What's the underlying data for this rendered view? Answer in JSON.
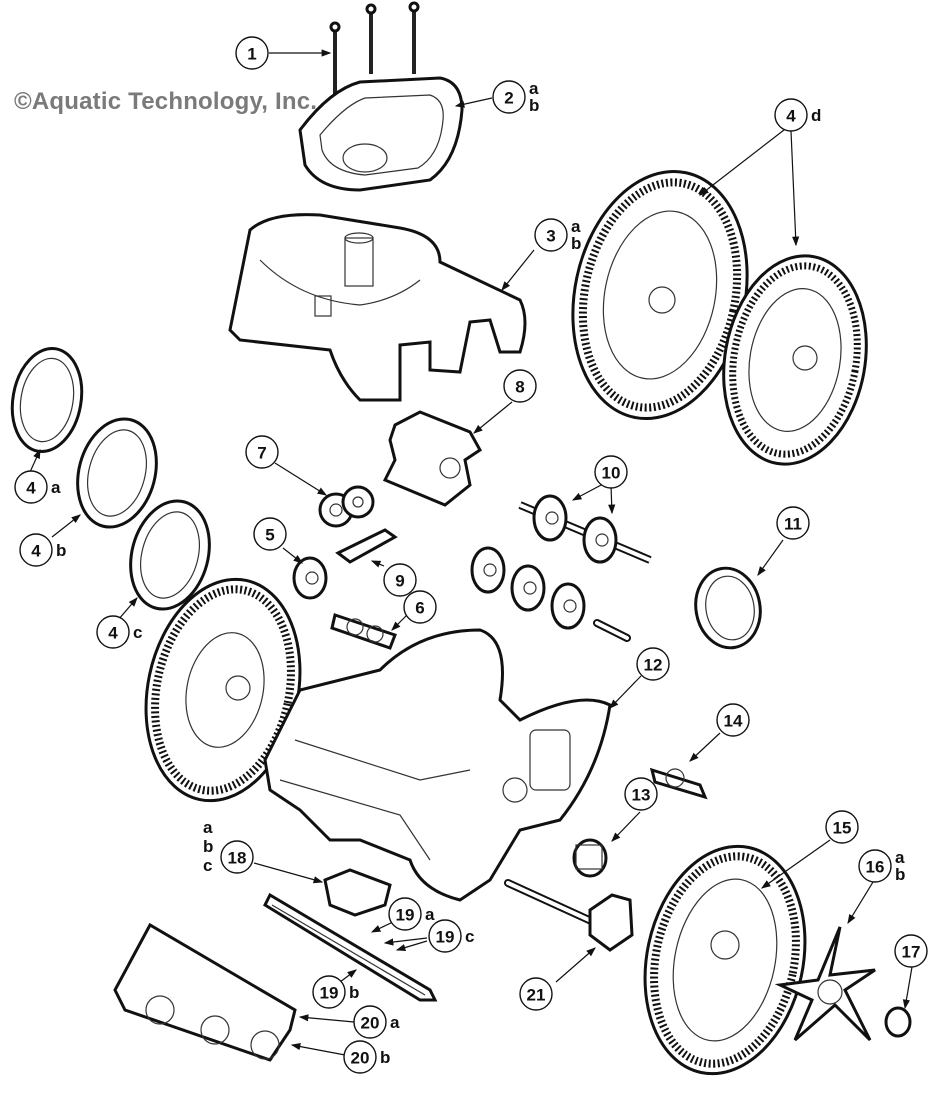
{
  "copyright": "©Aquatic Technology, Inc.",
  "accent_color": "#111111",
  "callouts": [
    {
      "id": "c1",
      "number": "1",
      "suffix": ""
    },
    {
      "id": "c2",
      "number": "2",
      "suffix": "a\nb"
    },
    {
      "id": "c3",
      "number": "3",
      "suffix": "a\nb"
    },
    {
      "id": "c4d",
      "number": "4",
      "suffix": "d"
    },
    {
      "id": "c4a",
      "number": "4",
      "suffix": "a"
    },
    {
      "id": "c4b",
      "number": "4",
      "suffix": "b"
    },
    {
      "id": "c4c",
      "number": "4",
      "suffix": "c"
    },
    {
      "id": "c5",
      "number": "5",
      "suffix": ""
    },
    {
      "id": "c6",
      "number": "6",
      "suffix": ""
    },
    {
      "id": "c7",
      "number": "7",
      "suffix": ""
    },
    {
      "id": "c8",
      "number": "8",
      "suffix": ""
    },
    {
      "id": "c9",
      "number": "9",
      "suffix": ""
    },
    {
      "id": "c10",
      "number": "10",
      "suffix": ""
    },
    {
      "id": "c11",
      "number": "11",
      "suffix": ""
    },
    {
      "id": "c12",
      "number": "12",
      "suffix": ""
    },
    {
      "id": "c13",
      "number": "13",
      "suffix": ""
    },
    {
      "id": "c14",
      "number": "14",
      "suffix": ""
    },
    {
      "id": "c15",
      "number": "15",
      "suffix": ""
    },
    {
      "id": "c16",
      "number": "16",
      "suffix": "a\nb"
    },
    {
      "id": "c17",
      "number": "17",
      "suffix": ""
    },
    {
      "id": "c18",
      "number": "18",
      "suffix": "a\nb\nc"
    },
    {
      "id": "c19a",
      "number": "19",
      "suffix": "a"
    },
    {
      "id": "c19c",
      "number": "19",
      "suffix": "c"
    },
    {
      "id": "c19b",
      "number": "19",
      "suffix": "b"
    },
    {
      "id": "c20a",
      "number": "20",
      "suffix": "a"
    },
    {
      "id": "c20b",
      "number": "20",
      "suffix": "b"
    },
    {
      "id": "c21",
      "number": "21",
      "suffix": ""
    }
  ]
}
